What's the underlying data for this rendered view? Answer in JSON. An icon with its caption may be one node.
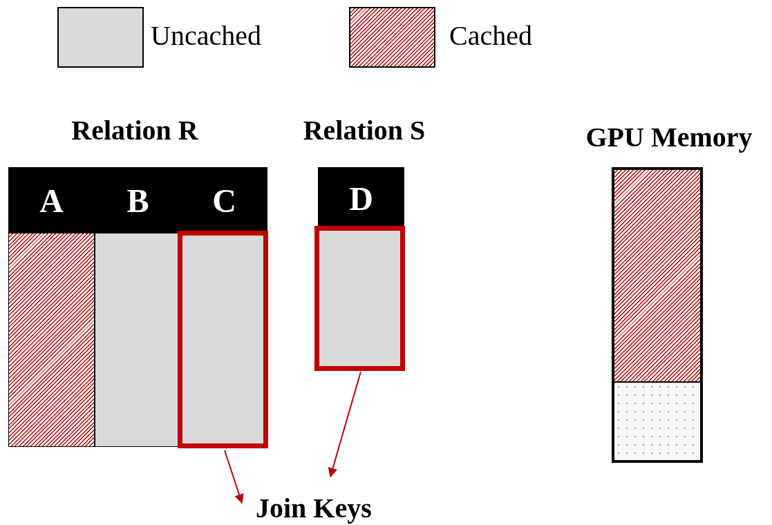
{
  "diagram": {
    "nodes": [
      {
        "text": [
          "Relation R"
        ]
      },
      {
        "text": [
          "A"
        ],
        "in": 0
      },
      {
        "text": [
          "B"
        ],
        "in": 0
      },
      {
        "text": [
          "C"
        ],
        "in": 0
      },
      {
        "text": [],
        "shape": "box",
        "in": 3
      },
      {
        "text": [
          "Relation S"
        ]
      },
      {
        "text": [
          "D"
        ],
        "in": 5
      },
      {
        "text": [],
        "shape": "box",
        "in": 6
      },
      {
        "text": [
          "GPU Memory"
        ]
      },
      {
        "text": [],
        "shape": "bar",
        "in": 8
      },
      {
        "text": [],
        "shape": "bar",
        "in": 8
      },
      {
        "text": [
          "Join Keys"
        ]
      }
    ],
    "edges": [
      {
        "from": 4,
        "to": 11,
        "arrow": "to"
      },
      {
        "from": 7,
        "to": 11,
        "arrow": "to"
      }
    ],
    "legend": [
      {
        "text": "Uncached",
        "color": "#d9d9d9"
      },
      {
        "text": "Cached"
      }
    ]
  }
}
